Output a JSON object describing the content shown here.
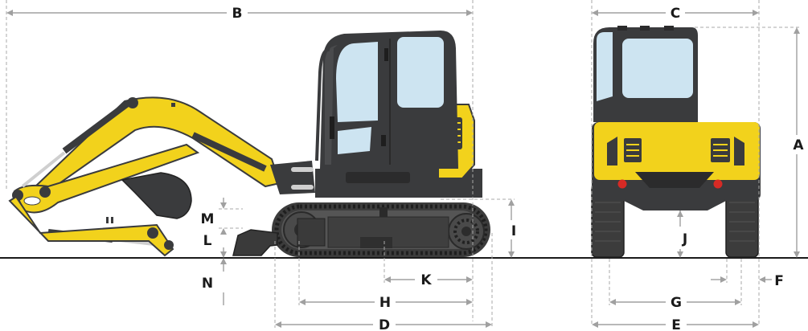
{
  "colors": {
    "body_yellow": "#f2d21c",
    "cab_dark": "#3a3b3d",
    "glass": "#cde4f1",
    "track": "#3c3c3c",
    "light_red": "#d62a25",
    "dimension_line": "#a0a0a0",
    "label_text": "#1a1a1a"
  },
  "dimensions": {
    "A": "A",
    "B": "B",
    "C": "C",
    "D": "D",
    "E": "E",
    "F": "F",
    "G": "G",
    "H": "H",
    "I": "I",
    "J": "J",
    "K": "K",
    "L": "L",
    "M": "M",
    "N": "N"
  }
}
